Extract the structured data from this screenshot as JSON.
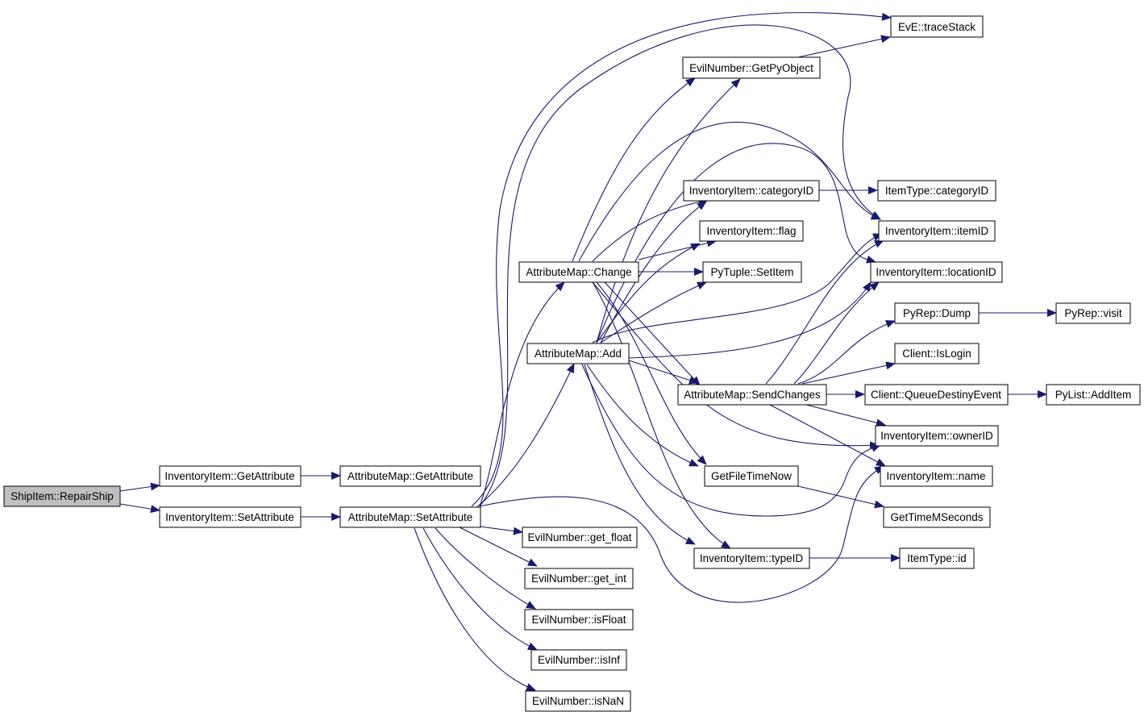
{
  "colors": {
    "edge": "#191970",
    "root_fill": "#bfbfbf",
    "node_fill": "#ffffff",
    "border": "#000000"
  },
  "nodes": {
    "repair_ship": "ShipItem::RepairShip",
    "inv_get_attribute": "InventoryItem::GetAttribute",
    "inv_set_attribute": "InventoryItem::SetAttribute",
    "am_get_attribute": "AttributeMap::GetAttribute",
    "am_set_attribute": "AttributeMap::SetAttribute",
    "am_change": "AttributeMap::Change",
    "am_add": "AttributeMap::Add",
    "en_get_float": "EvilNumber::get_float",
    "en_get_int": "EvilNumber::get_int",
    "en_is_float": "EvilNumber::isFloat",
    "en_is_inf": "EvilNumber::isInf",
    "en_is_nan": "EvilNumber::isNaN",
    "en_get_py_object": "EvilNumber::GetPyObject",
    "inv_category_id": "InventoryItem::categoryID",
    "inv_flag": "InventoryItem::flag",
    "pytuple_set_item": "PyTuple::SetItem",
    "am_send_changes": "AttributeMap::SendChanges",
    "get_file_time_now": "GetFileTimeNow",
    "inv_type_id": "InventoryItem::typeID",
    "eve_trace_stack": "EvE::traceStack",
    "itemtype_category_id": "ItemType::categoryID",
    "inv_item_id": "InventoryItem::itemID",
    "inv_location_id": "InventoryItem::locationID",
    "pyrep_dump": "PyRep::Dump",
    "client_is_login": "Client::IsLogin",
    "client_queue_destiny_event": "Client::QueueDestinyEvent",
    "inv_owner_id": "InventoryItem::ownerID",
    "inv_name": "InventoryItem::name",
    "get_time_mseconds": "GetTimeMSeconds",
    "itemtype_id": "ItemType::id",
    "pyrep_visit": "PyRep::visit",
    "pylist_add_item": "PyList::AddItem"
  }
}
